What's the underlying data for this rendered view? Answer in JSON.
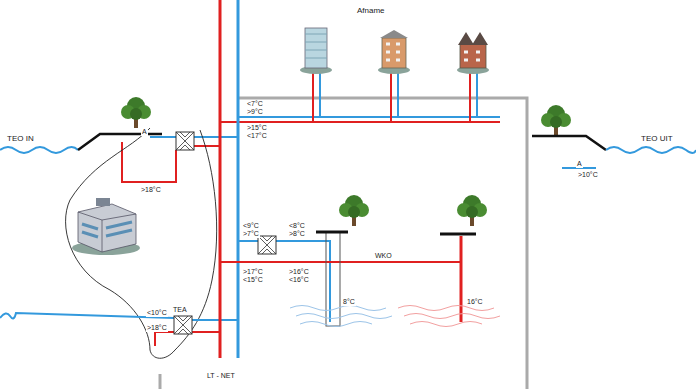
{
  "diagram": {
    "labels": [
      "Afname",
      "TEO IN",
      "A",
      ">18°C",
      "TEO UIT",
      "A",
      ">10°C",
      "<7°C",
      ">9°C",
      ">15°C",
      "<17°C",
      "<9°C",
      ">7°C",
      "<8°C",
      ">8°C",
      ">17°C",
      "<15°C",
      ">16°C",
      "<16°C",
      "WKO",
      "8°C",
      "16°C",
      "TEA",
      "<10°C",
      ">18°C",
      "LT - NET"
    ]
  }
}
